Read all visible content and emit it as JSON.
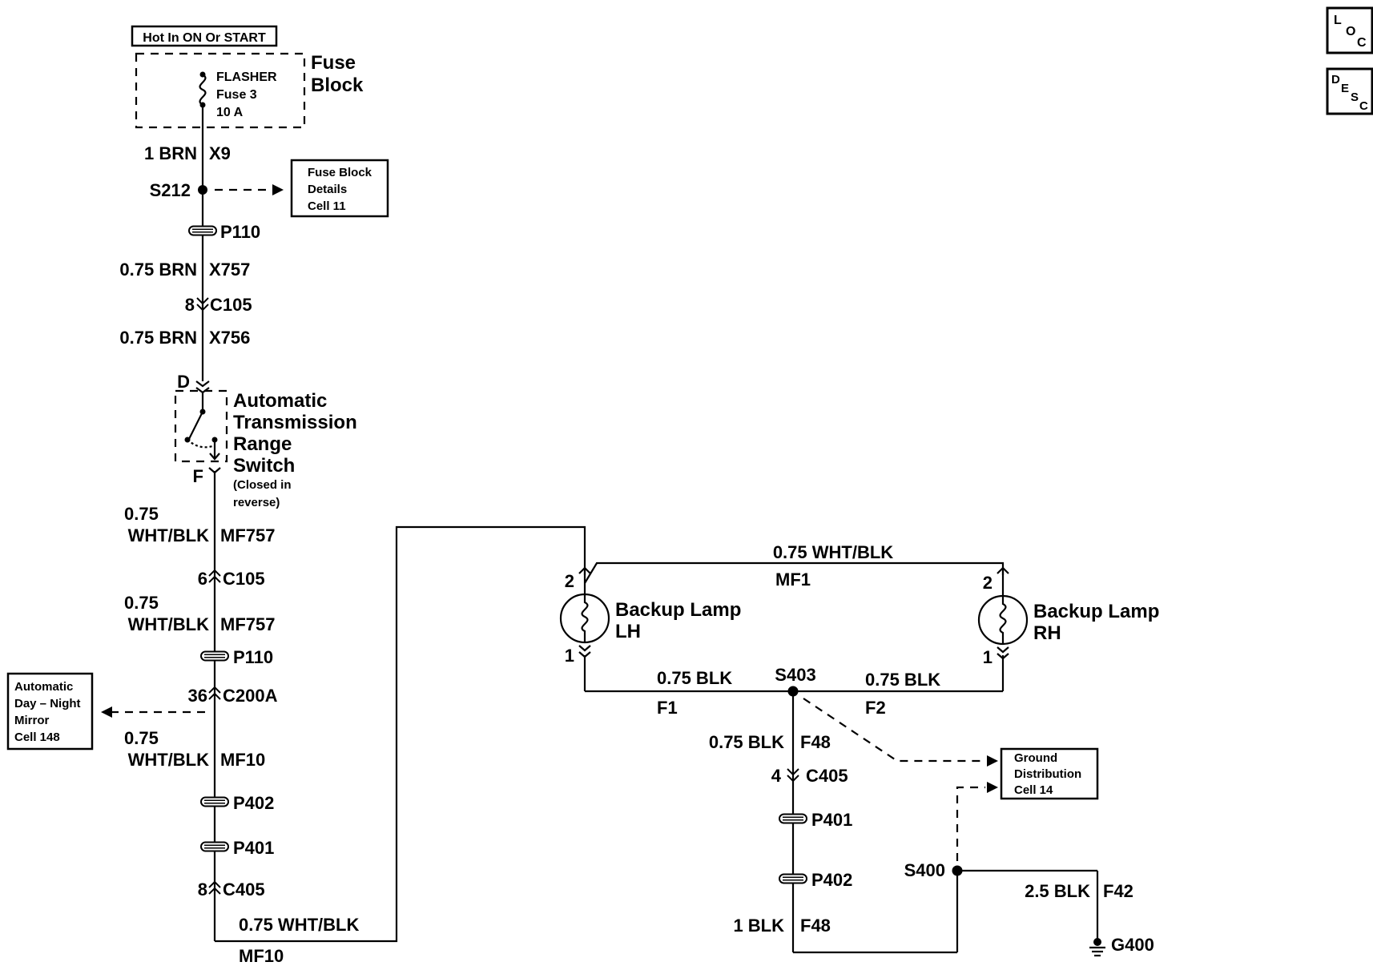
{
  "power": {
    "hot_label": "Hot In ON Or START",
    "fuse_name": "FLASHER",
    "fuse_number": "Fuse 3",
    "fuse_rating": "10 A",
    "fuse_block_line1": "Fuse",
    "fuse_block_line2": "Block"
  },
  "left_branch": {
    "w1_gauge": "1 BRN",
    "w1_circuit": "X9",
    "splice_s212": "S212",
    "fb_details_1": "Fuse Block",
    "fb_details_2": "Details",
    "fb_details_3": "Cell 11",
    "p110_top": "P110",
    "w2_gauge": "0.75 BRN",
    "w2_circuit": "X757",
    "c105_pin_top": "8",
    "c105_top": "C105",
    "w3_gauge": "0.75 BRN",
    "w3_circuit": "X756",
    "pin_d": "D",
    "pin_f": "F",
    "switch_1": "Automatic",
    "switch_2": "Transmission",
    "switch_3": "Range",
    "switch_4": "Switch",
    "switch_note_1": "(Closed in",
    "switch_note_2": "reverse)",
    "w4_gauge_1": "0.75",
    "w4_gauge_2": "WHT/BLK",
    "w4_circuit": "MF757",
    "c105_pin_bot": "6",
    "c105_bot": "C105",
    "w5_gauge_1": "0.75",
    "w5_gauge_2": "WHT/BLK",
    "w5_circuit": "MF757",
    "p110_bot": "P110",
    "c200a_pin": "36",
    "c200a": "C200A",
    "mirror_1": "Automatic",
    "mirror_2": "Day – Night",
    "mirror_3": "Mirror",
    "mirror_4": "Cell 148",
    "w6_gauge_1": "0.75",
    "w6_gauge_2": "WHT/BLK",
    "w6_circuit": "MF10",
    "p402": "P402",
    "p401": "P401",
    "c405_pin": "8",
    "c405": "C405",
    "w7_gauge": "0.75 WHT/BLK",
    "w7_circuit": "MF10"
  },
  "lamps": {
    "top_gauge": "0.75 WHT/BLK",
    "top_circuit": "MF1",
    "lh_pin_top": "2",
    "lh_pin_bot": "1",
    "lh_name_1": "Backup Lamp",
    "lh_name_2": "LH",
    "rh_pin_top": "2",
    "rh_pin_bot": "1",
    "rh_name_1": "Backup Lamp",
    "rh_name_2": "RH",
    "f1_gauge": "0.75 BLK",
    "f1_circuit": "F1",
    "f2_gauge": "0.75 BLK",
    "f2_circuit": "F2",
    "splice_s403": "S403"
  },
  "ground": {
    "f48_gauge_top": "0.75 BLK",
    "f48_circuit_top": "F48",
    "c405_pin": "4",
    "c405": "C405",
    "p401": "P401",
    "p402": "P402",
    "f48_gauge_bot": "1 BLK",
    "f48_circuit_bot": "F48",
    "splice_s400": "S400",
    "f42_gauge": "2.5 BLK",
    "f42_circuit": "F42",
    "g400": "G400",
    "gd_1": "Ground",
    "gd_2": "Distribution",
    "gd_3": "Cell 14"
  },
  "corner": {
    "loc_l": "L",
    "loc_o": "O",
    "loc_c": "C",
    "desc_d": "D",
    "desc_e": "E",
    "desc_s": "S",
    "desc_c": "C"
  }
}
